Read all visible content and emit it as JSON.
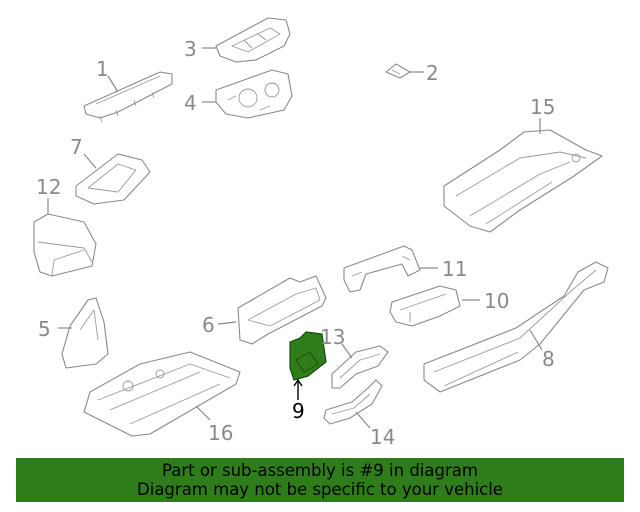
{
  "callouts": {
    "c1": "1",
    "c2": "2",
    "c3": "3",
    "c4": "4",
    "c5": "5",
    "c6": "6",
    "c7": "7",
    "c8": "8",
    "c9": "9",
    "c10": "10",
    "c11": "11",
    "c12": "12",
    "c13": "13",
    "c14": "14",
    "c15": "15",
    "c16": "16"
  },
  "highlighted_part": "9",
  "colors": {
    "highlight": "#2e7d1a",
    "line_art": "#8a8a8a",
    "background": "#ffffff"
  },
  "banner": {
    "line1": "Part or sub-assembly is #9 in diagram",
    "line2": "Diagram may not be specific to your vehicle"
  }
}
